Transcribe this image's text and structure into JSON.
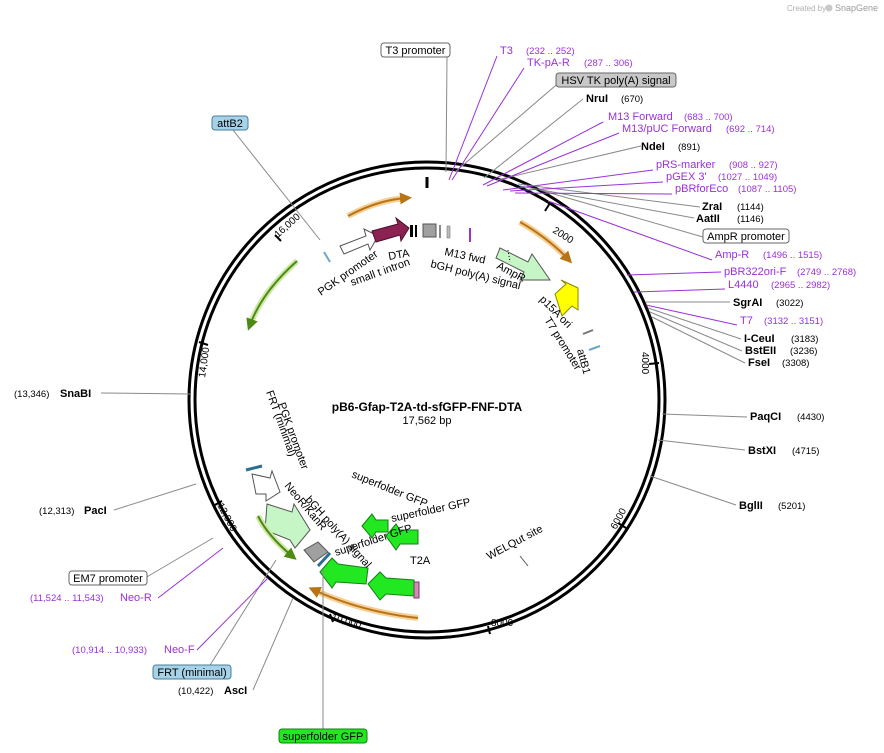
{
  "header": {
    "credit_prefix": "Created by",
    "credit_brand": "SnapGene"
  },
  "plasmid": {
    "name": "pB6-Gfap-T2A-td-sfGFP-FNF-DTA",
    "size": "17,562 bp"
  },
  "ticks": [
    "2000",
    "4000",
    "6000",
    "8000",
    "10,000",
    "12,000",
    "14,000",
    "16,000"
  ],
  "boxed_labels": {
    "t3_promoter": "T3 promoter",
    "hsv_tk": "HSV TK poly(A) signal",
    "attb2": "attB2",
    "ampr_promoter": "AmpR promoter",
    "em7_promoter": "EM7 promoter",
    "frt_minimal": "FRT (minimal)",
    "superfolder_gfp": "superfolder GFP"
  },
  "primers": {
    "t3": {
      "name": "T3",
      "pos": "(232 .. 252)"
    },
    "tkpar": {
      "name": "TK-pA-R",
      "pos": "(287 .. 306)"
    },
    "m13fwd": {
      "name": "M13 Forward",
      "pos": "(683 .. 700)"
    },
    "m13puc": {
      "name": "M13/pUC Forward",
      "pos": "(692 .. 714)"
    },
    "prs": {
      "name": "pRS-marker",
      "pos": "(908 .. 927)"
    },
    "pgex": {
      "name": "pGEX 3'",
      "pos": "(1027 .. 1049)"
    },
    "pbrforeco": {
      "name": "pBRforEco",
      "pos": "(1087 .. 1105)"
    },
    "ampr": {
      "name": "Amp-R",
      "pos": "(1496 .. 1515)"
    },
    "pbr322": {
      "name": "pBR322ori-F",
      "pos": "(2749 .. 2768)"
    },
    "l4440": {
      "name": "L4440",
      "pos": "(2965 .. 2982)"
    },
    "t7": {
      "name": "T7",
      "pos": "(3132 .. 3151)"
    },
    "neor": {
      "name": "Neo-R",
      "pos": "(11,524 .. 11,543)"
    },
    "neof": {
      "name": "Neo-F",
      "pos": "(10,914 .. 10,933)"
    }
  },
  "enzymes": {
    "nrui": {
      "name": "NruI",
      "pos": "(670)"
    },
    "ndei": {
      "name": "NdeI",
      "pos": "(891)"
    },
    "zrai": {
      "name": "ZraI",
      "pos": "(1144)"
    },
    "aatii": {
      "name": "AatII",
      "pos": "(1146)"
    },
    "sgrai": {
      "name": "SgrAI",
      "pos": "(3022)"
    },
    "iceui": {
      "name": "I-CeuI",
      "pos": "(3183)"
    },
    "bsteii": {
      "name": "BstEII",
      "pos": "(3236)"
    },
    "fsei": {
      "name": "FseI",
      "pos": "(3308)"
    },
    "paqci": {
      "name": "PaqCI",
      "pos": "(4430)"
    },
    "bstxi": {
      "name": "BstXI",
      "pos": "(4715)"
    },
    "bglii": {
      "name": "BglII",
      "pos": "(5201)"
    },
    "snabi": {
      "name": "SnaBI",
      "pos": "(13,346)"
    },
    "paci": {
      "name": "PacI",
      "pos": "(12,313)"
    },
    "asci": {
      "name": "AscI",
      "pos": "(10,422)"
    }
  },
  "features": {
    "dta": "DTA",
    "small_t_intron": "small t intron",
    "pgk_promoter_top": "PGK promoter",
    "m13_fwd": "M13 fwd",
    "bgh_top": "bGH poly(A) signal",
    "ampr": "AmpR",
    "p15a_ori": "p15A ori",
    "t7_promoter": "T7 promoter",
    "attb1": "attB1",
    "pgk_promoter_bottom": "PGK promoter",
    "frt_minimal": "FRT (minimal)",
    "neor_kanr": "NeoR/KanR",
    "bgh_bottom": "bGH poly(A) signal",
    "sfgfp_1": "superfolder GFP",
    "sfgfp_2": "superfolder GFP",
    "sfgfp_3": "superfolder GFP",
    "t2a": "T2A",
    "welqut": "WELQut site"
  },
  "colors": {
    "backbone": "#000000",
    "dta": "#8b2252",
    "ampr": "#c6f5c6",
    "p15a": "#ffff00",
    "sfgfp": "#22e822",
    "bgh": "#a0a0a0",
    "attb": "#6ea6c9",
    "primer": "#9b30d9",
    "orf_orange": "#f0a030",
    "orf_green": "#77b82a"
  }
}
